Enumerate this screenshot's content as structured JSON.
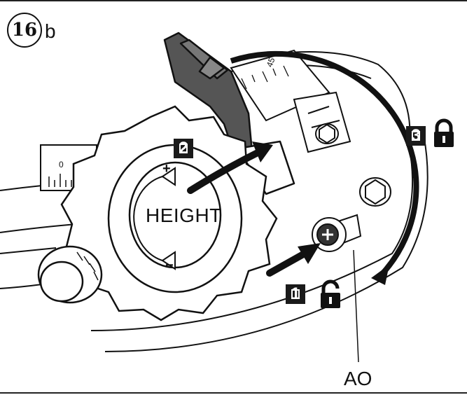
{
  "figure": {
    "number": "16",
    "letter": "b"
  },
  "dial": {
    "label": "HEIGHT",
    "plus": "+",
    "minus": "−"
  },
  "steps": [
    {
      "number": "1",
      "lock_state": "unlocked"
    },
    {
      "number": "2",
      "lock_state": ""
    },
    {
      "number": "3",
      "lock_state": "locked"
    }
  ],
  "callout": {
    "label": "AO"
  },
  "scales": {
    "left_tick": "0",
    "top_tick": "45"
  }
}
